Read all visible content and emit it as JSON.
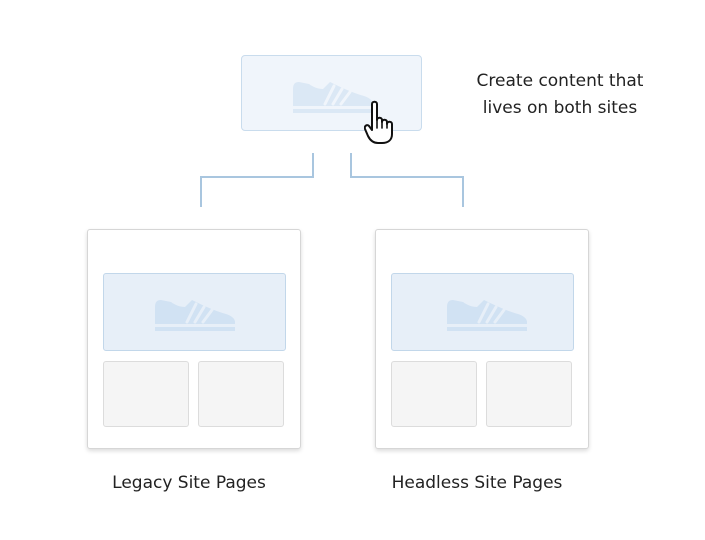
{
  "top_note": "Create content that\nlives on both sites",
  "pages": [
    {
      "caption": "Legacy Site Pages"
    },
    {
      "caption": "Headless Site Pages"
    }
  ],
  "colors": {
    "accent_fill": "#dbe8f5",
    "connector": "#a9c6df",
    "hero_bg": "#e7eff8",
    "tile_bg": "#f5f5f5"
  },
  "icons": [
    "sneaker-icon",
    "pointing-hand-cursor-icon"
  ]
}
